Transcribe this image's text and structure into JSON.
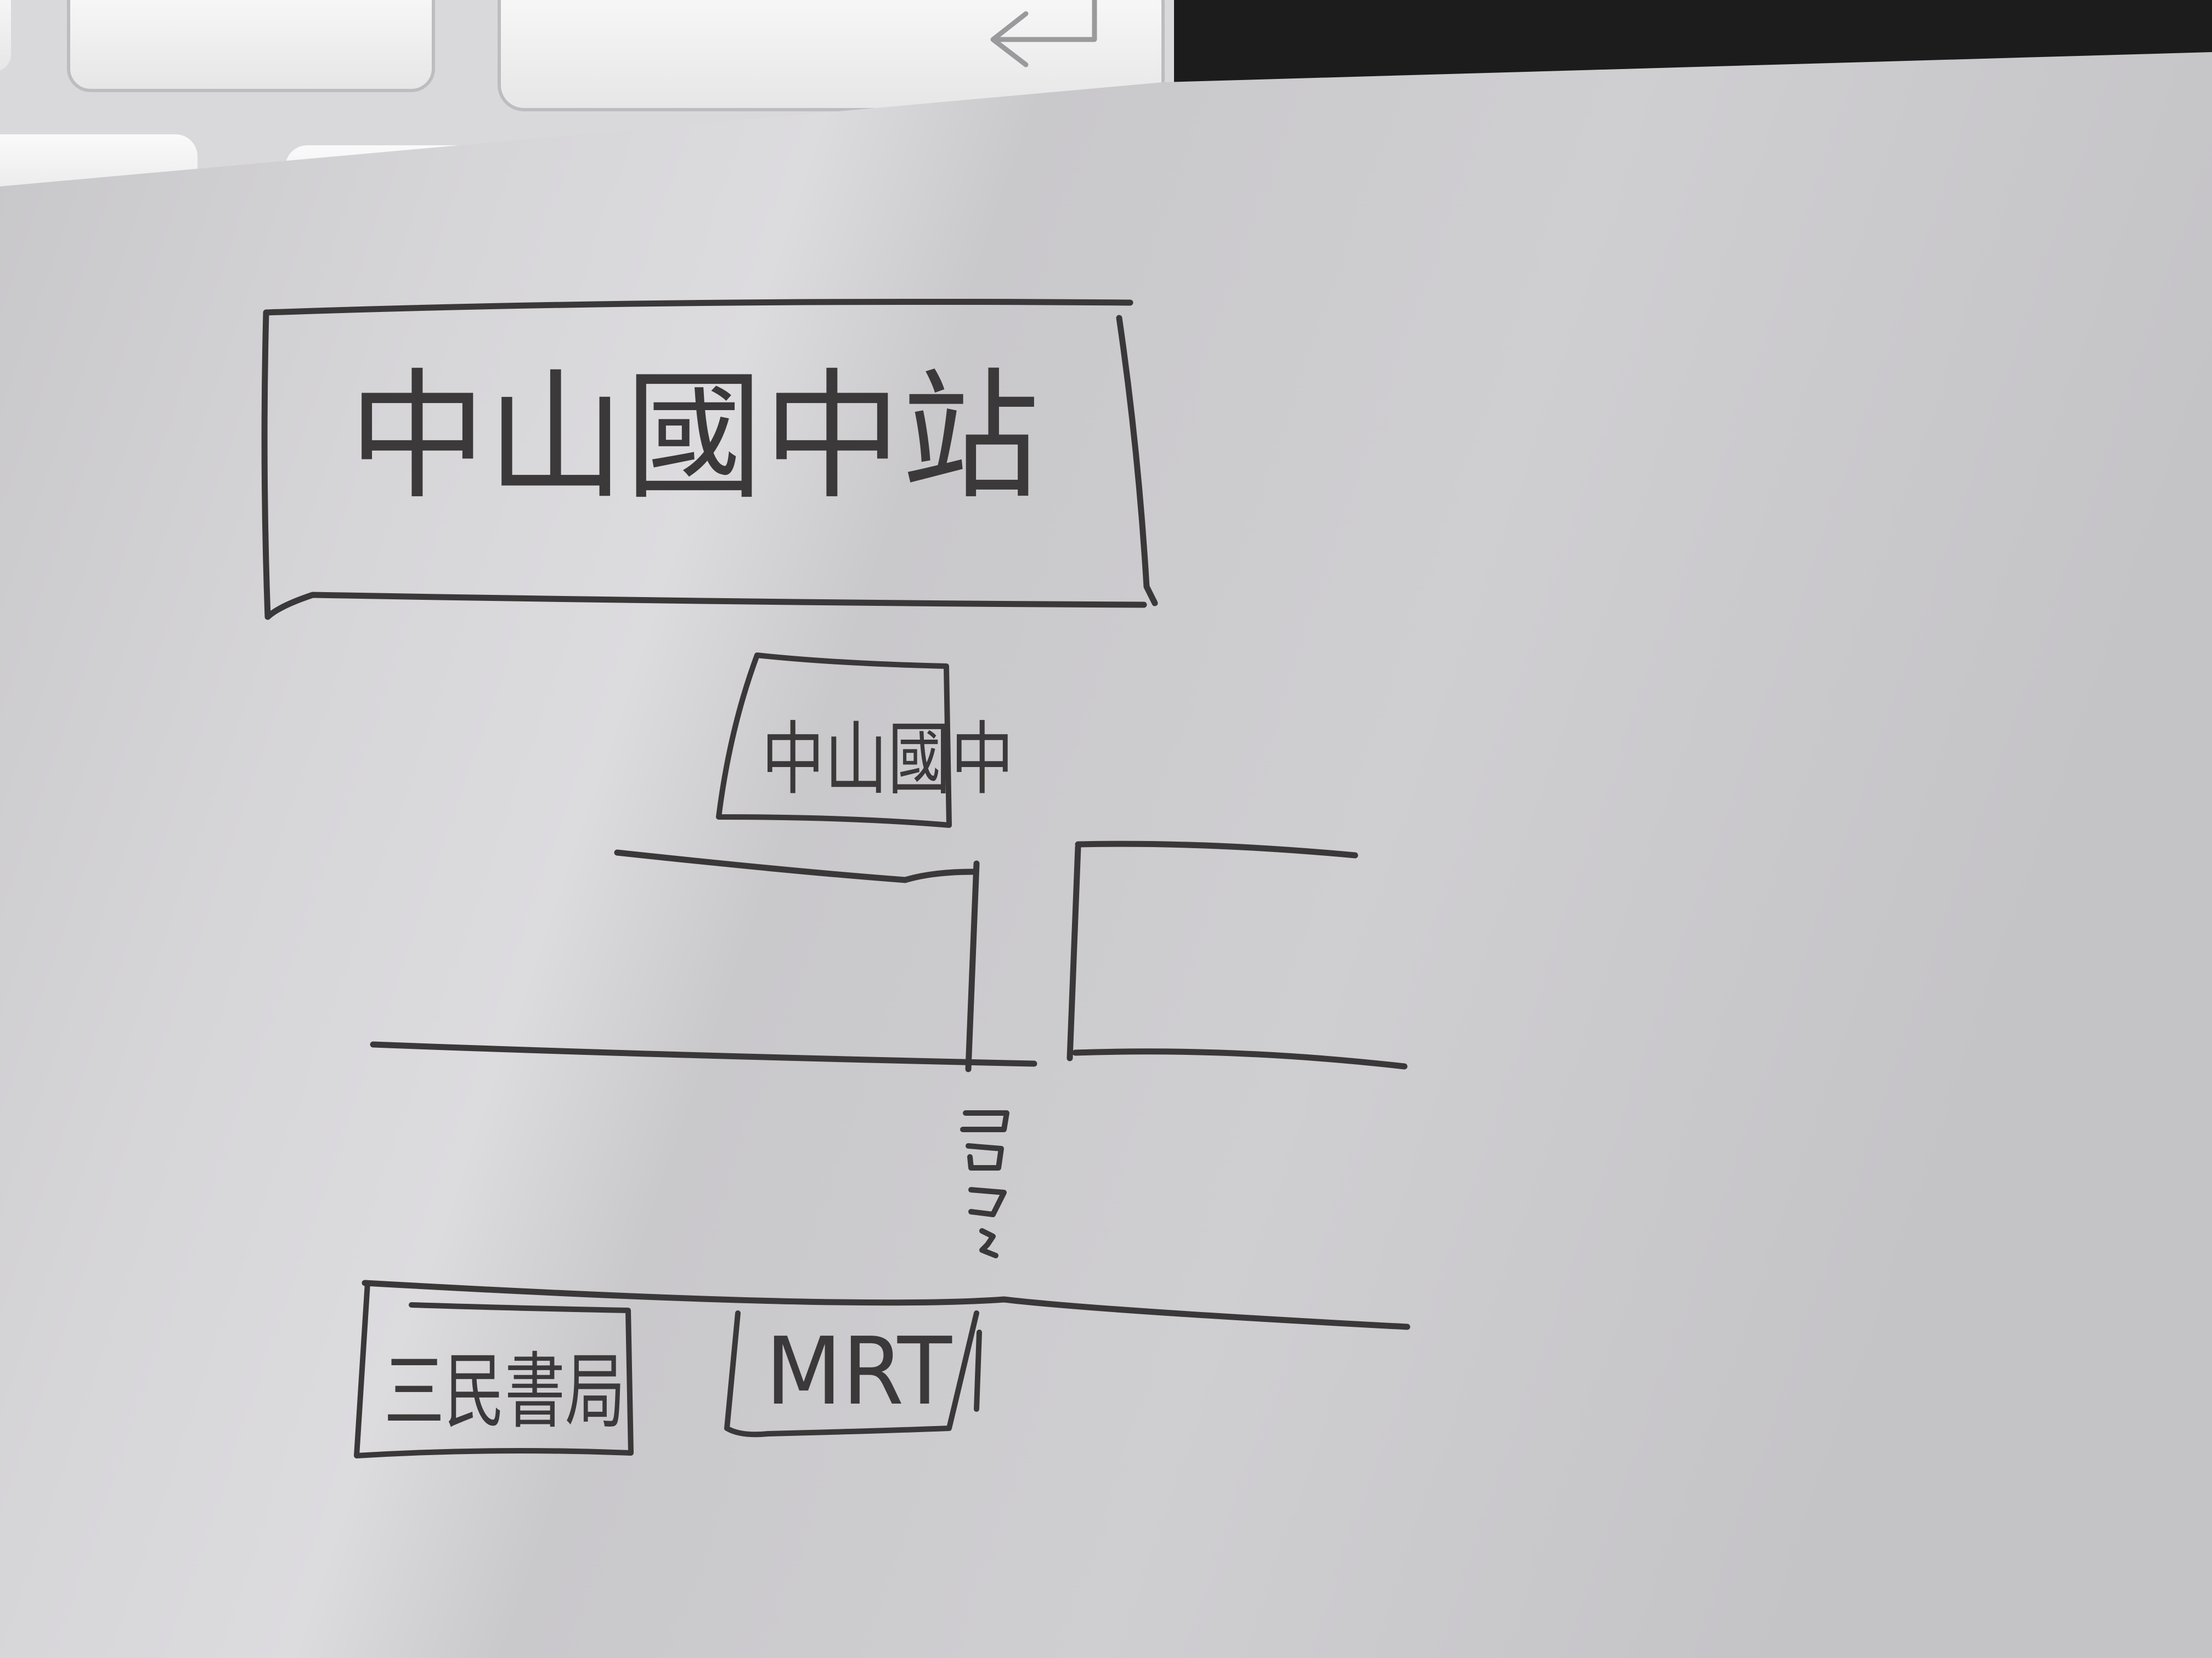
{
  "colors": {
    "paper": "#d8d7d9",
    "ink": "#3a3838",
    "keyboard_key": "#f4f4f4",
    "background": "#1c1c1d"
  },
  "map": {
    "station_sign": "中山國中站",
    "school_label": "中山國中",
    "bookstore_label": "三民書局",
    "mrt_label": "MRT"
  },
  "icons": {
    "keyboard_return": "return-arrow-icon"
  }
}
